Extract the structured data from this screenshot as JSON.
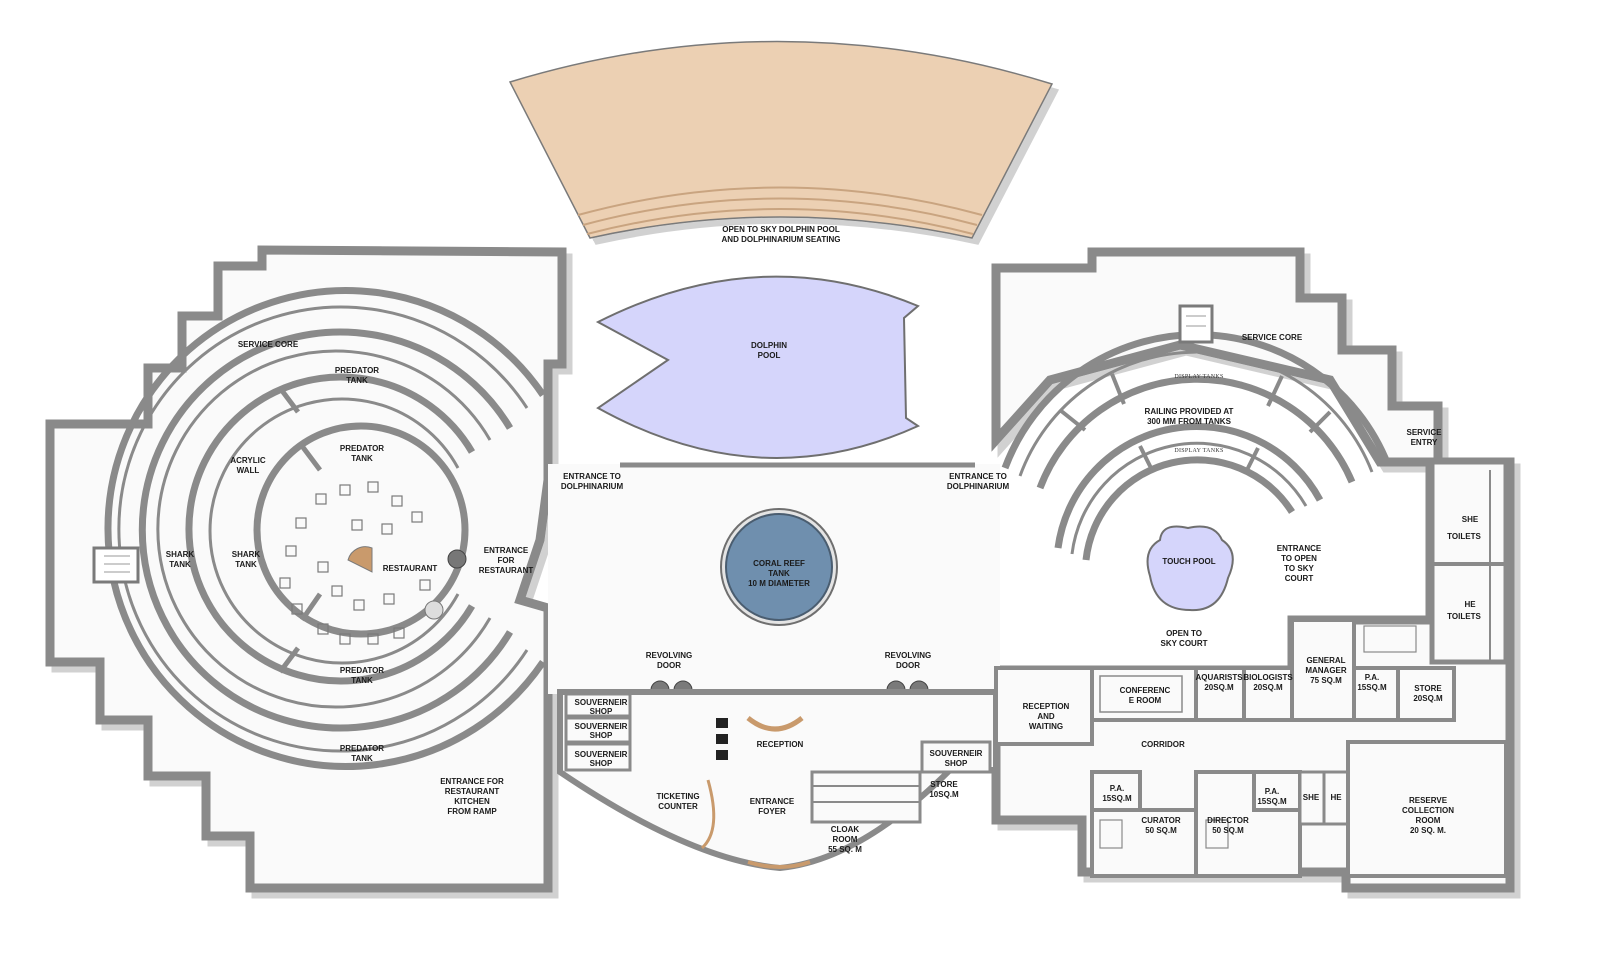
{
  "colors": {
    "wall": "#8a8a8a",
    "wall_dark": "#6f6f6f",
    "shadow": "#d2d2d2",
    "floor": "#fafafa",
    "seating": "#ecd0b3",
    "seating_steps": "#c9a480",
    "dolphin_pool": "#d5d5fb",
    "coral_tank": "#6f8fae",
    "touch_pool": "#d5d5fb",
    "accent_wood": "#c99a6c"
  },
  "labels": {
    "dolphin_seating": [
      "OPEN TO SKY DOLPHIN POOL",
      "AND DOLPHINARIUM SEATING"
    ],
    "dolphin_pool": [
      "DOLPHIN",
      "POOL"
    ],
    "service_core_left": "SERVICE CORE",
    "service_core_right": "SERVICE CORE",
    "predator_tank_top": [
      "PREDATOR",
      "TANK"
    ],
    "predator_tank_inner_top": [
      "PREDATOR",
      "TANK"
    ],
    "predator_tank_inner_bottom": [
      "PREDATOR",
      "TANK"
    ],
    "predator_tank_bottom": [
      "PREDATOR",
      "TANK"
    ],
    "acrylic_wall": [
      "ACRYLIC",
      "WALL"
    ],
    "shark_tank_outer": [
      "SHARK",
      "TANK"
    ],
    "shark_tank_inner": [
      "SHARK",
      "TANK"
    ],
    "restaurant": "RESTAURANT",
    "entrance_restaurant": [
      "ENTRANCE",
      "FOR",
      "RESTAURANT"
    ],
    "entrance_dolphinarium_left": [
      "ENTRANCE TO",
      "DOLPHINARIUM"
    ],
    "entrance_dolphinarium_right": [
      "ENTRANCE TO",
      "DOLPHINARIUM"
    ],
    "coral_reef_tank": [
      "CORAL REEF",
      "TANK",
      "10 M DIAMETER"
    ],
    "revolving_door_left": [
      "REVOLVING",
      "DOOR"
    ],
    "revolving_door_right": [
      "REVOLVING",
      "DOOR"
    ],
    "souvenir_shop_1": [
      "SOUVERNEIR",
      "SHOP"
    ],
    "souvenir_shop_2": [
      "SOUVERNEIR",
      "SHOP"
    ],
    "souvenir_shop_3": [
      "SOUVERNEIR",
      "SHOP"
    ],
    "souvenir_shop_4": [
      "SOUVERNEIR",
      "SHOP"
    ],
    "reception": "RECEPTION",
    "ticketing_counter": [
      "TICKETING",
      "COUNTER"
    ],
    "entrance_foyer": [
      "ENTRANCE",
      "FOYER"
    ],
    "store_small": [
      "STORE",
      "10SQ.M"
    ],
    "cloak_room": [
      "CLOAK",
      "ROOM",
      "55 SQ. M"
    ],
    "entrance_kitchen": [
      "ENTRANCE FOR",
      "RESTAURANT",
      "KITCHEN",
      "FROM RAMP"
    ],
    "display_tanks_outer": "DISPLAY TANKS",
    "display_tanks_inner": "DISPLAY TANKS",
    "railing": [
      "RAILING PROVIDED AT",
      "300 MM FROM TANKS"
    ],
    "service_entry": [
      "SERVICE",
      "ENTRY"
    ],
    "touch_pool": "TOUCH POOL",
    "entrance_open_court": [
      "ENTRANCE",
      "TO OPEN",
      "TO SKY",
      "COURT"
    ],
    "open_sky_court": [
      "OPEN TO",
      "SKY COURT"
    ],
    "she_toilets": [
      "SHE",
      "TOILETS"
    ],
    "he_toilets": [
      "HE",
      "TOILETS"
    ],
    "reception_waiting": [
      "RECEPTION",
      "AND",
      "WAITING"
    ],
    "conference_room": [
      "CONFERENC",
      "E ROOM"
    ],
    "aquarists": [
      "AQUARISTS",
      "20SQ.M"
    ],
    "biologists": [
      "BIOLOGISTS",
      "20SQ.M"
    ],
    "general_manager": [
      "GENERAL",
      "MANAGER",
      "75 SQ.M"
    ],
    "pa_gm": [
      "P.A.",
      "15SQ.M"
    ],
    "store_right": [
      "STORE",
      "20SQ.M"
    ],
    "corridor": "CORRIDOR",
    "pa_curator": [
      "P.A.",
      "15SQ.M"
    ],
    "curator": [
      "CURATOR",
      "50 SQ.M"
    ],
    "director": [
      "DIRECTOR",
      "50 SQ.M"
    ],
    "pa_director": [
      "P.A.",
      "15SQ.M"
    ],
    "she_small": "SHE",
    "he_small": "HE",
    "reserve_collection": [
      "RESERVE",
      "COLLECTION",
      "ROOM",
      "20 SQ. M."
    ]
  }
}
